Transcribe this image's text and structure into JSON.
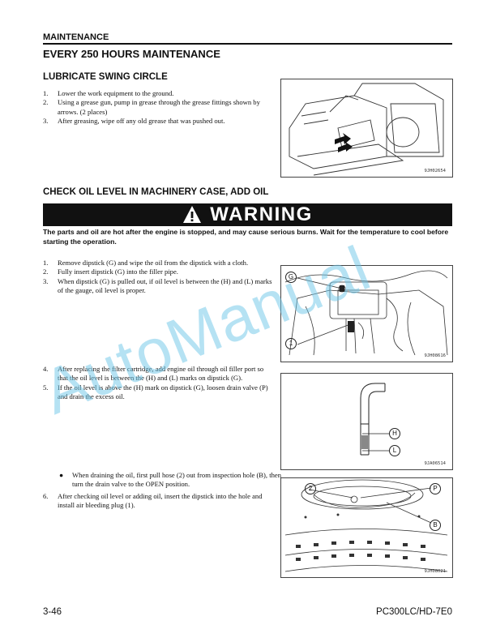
{
  "header": {
    "section": "MAINTENANCE",
    "title": "EVERY 250 HOURS MAINTENANCE"
  },
  "swing": {
    "heading": "LUBRICATE SWING CIRCLE",
    "steps": [
      {
        "num": "1.",
        "text": "Lower the work equipment to the ground."
      },
      {
        "num": "2.",
        "text": "Using a grease gun, pump in grease through the grease fittings shown by arrows. (2 places)"
      },
      {
        "num": "3.",
        "text": "After greasing, wipe off any old grease that was pushed out."
      }
    ],
    "figure_code": "9JH02654"
  },
  "oil": {
    "heading": "CHECK OIL LEVEL IN MACHINERY CASE, ADD OIL",
    "warning_label": "WARNING",
    "warning_text": "The parts and oil are hot after the engine is stopped, and may cause serious burns. Wait for the temperature to cool before starting the operation.",
    "steps_a": [
      {
        "num": "1.",
        "text": "Remove dipstick (G) and wipe the oil from the dipstick with a cloth."
      },
      {
        "num": "2.",
        "text": "Fully insert dipstick (G) into the filler pipe."
      },
      {
        "num": "3.",
        "text": "When dipstick (G) is pulled out, if oil level is between the (H) and (L) marks of the gauge, oil level is proper."
      }
    ],
    "steps_b": [
      {
        "num": "4.",
        "text": "After replacing the filter cartridge, add engine oil through oil filler port so that the oil level is between the (H) and (L) marks on dipstick (G)."
      },
      {
        "num": "5.",
        "text": "If the oil level is above the (H) mark on dipstick (G), loosen drain valve (P) and drain the excess oil."
      }
    ],
    "bullet": "When draining the oil, first pull hose (2) out from inspection hole (B), then turn the drain valve to the OPEN position.",
    "step6": {
      "num": "6.",
      "text": "After checking oil level or adding oil, insert the dipstick into the hole and install air bleeding plug (1)."
    },
    "figures": [
      {
        "code": "9JH08616",
        "labels": [
          "G",
          "1"
        ]
      },
      {
        "code": "9JA06514",
        "labels": [
          "H",
          "L"
        ]
      },
      {
        "code": "9JH08021",
        "labels": [
          "2",
          "P",
          "B"
        ]
      }
    ]
  },
  "watermark": "AutoManual",
  "footer": {
    "page": "3-46",
    "model": "PC300LC/HD-7E0"
  }
}
